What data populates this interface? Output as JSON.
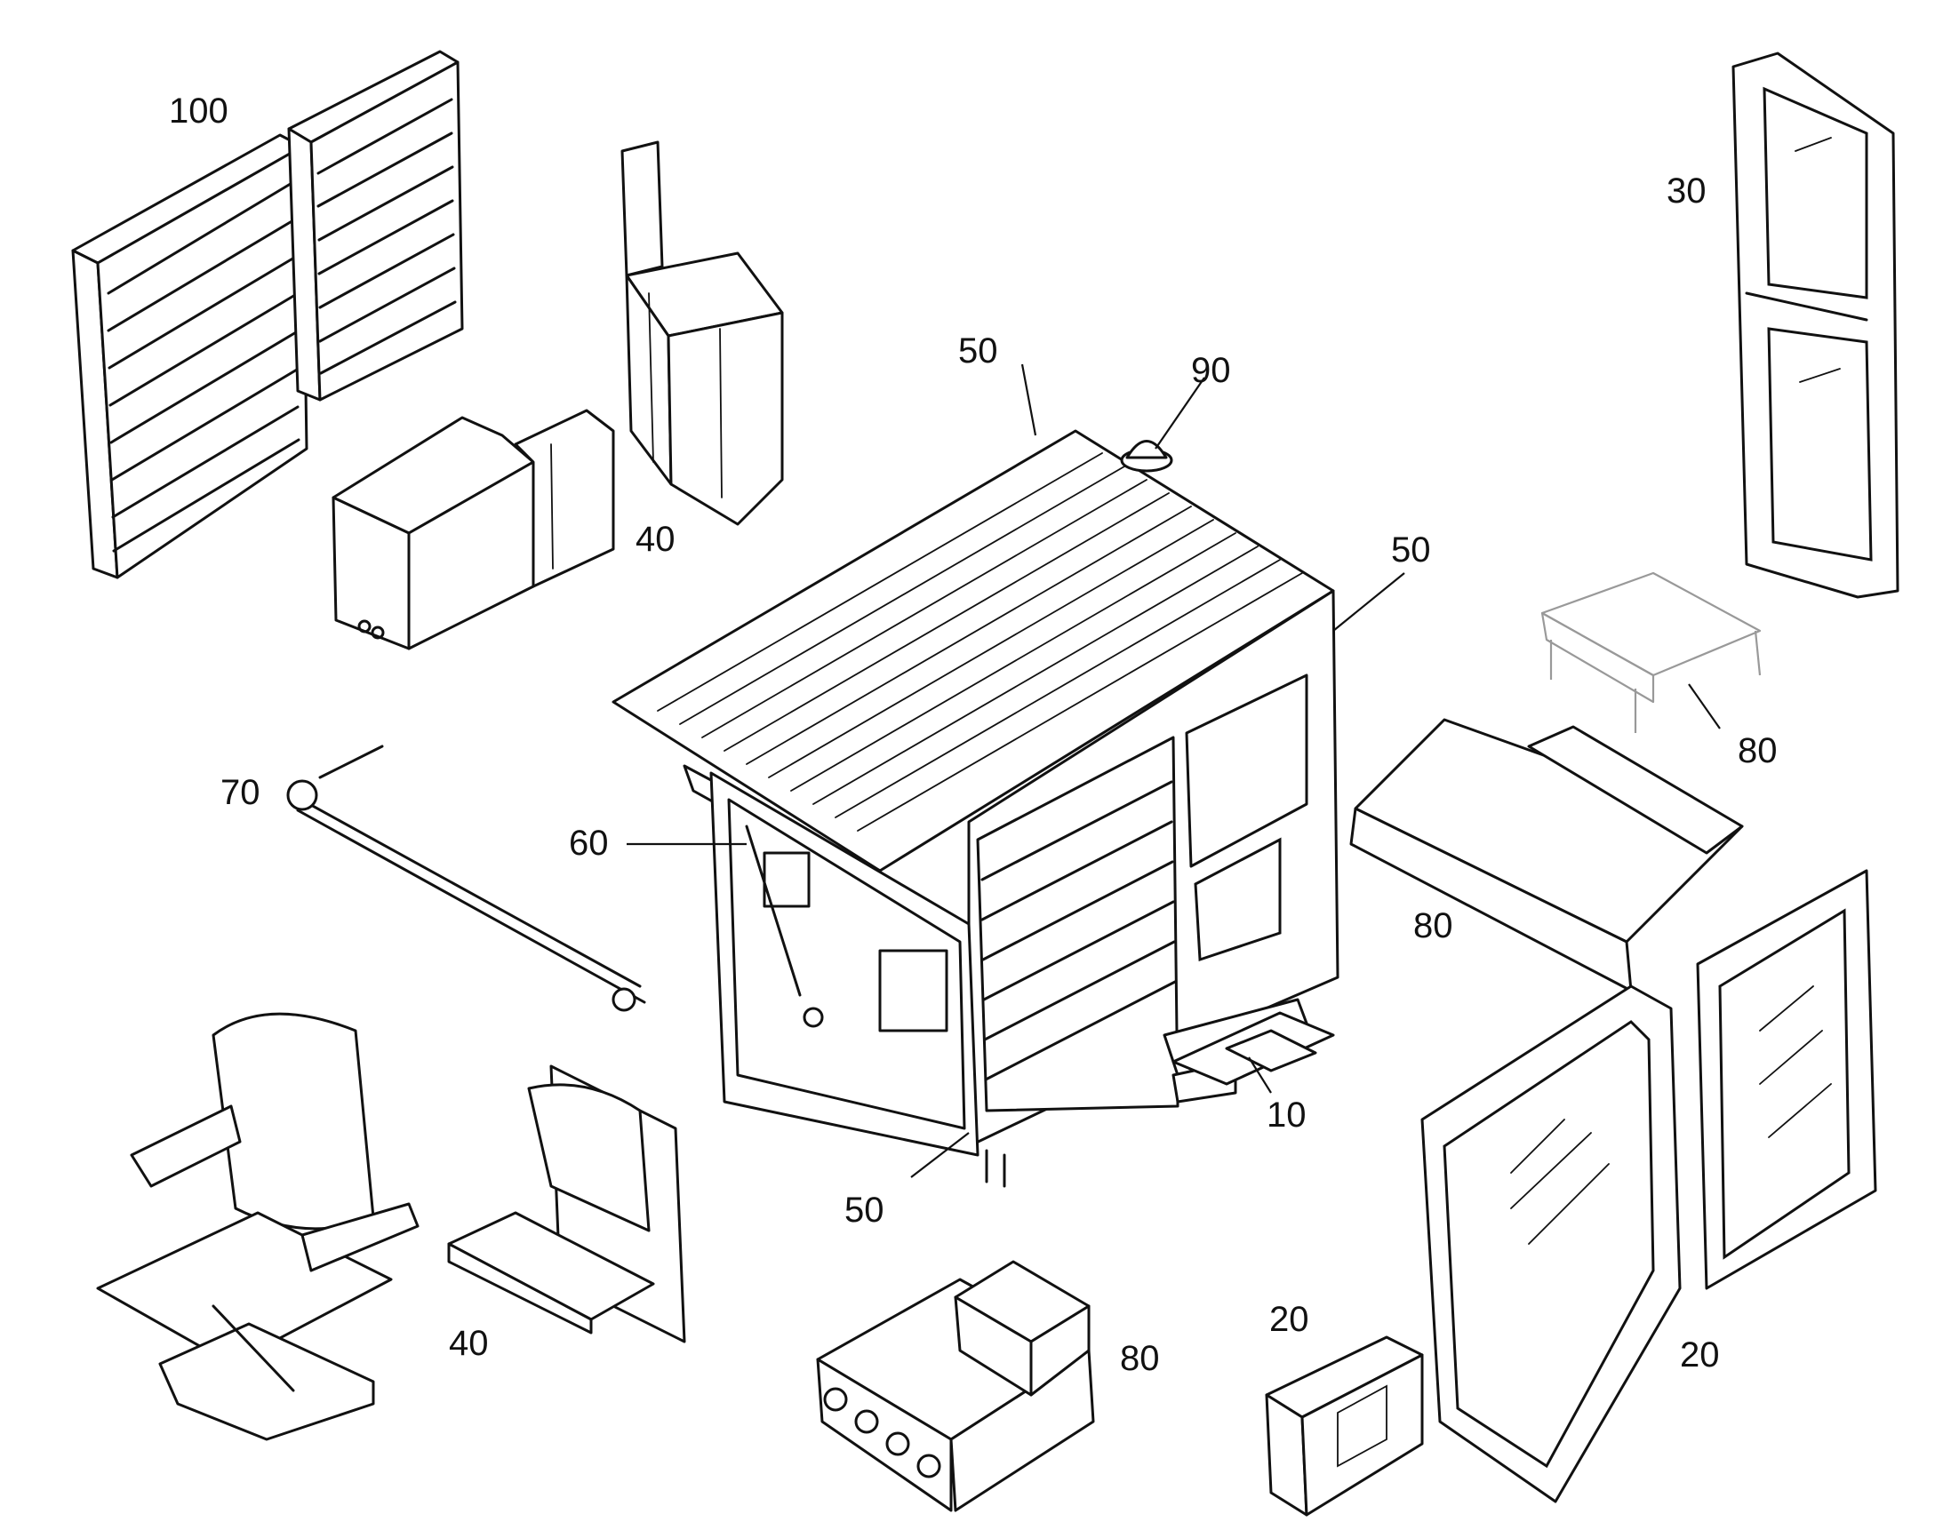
{
  "callouts": {
    "c100": "100",
    "c30": "30",
    "c50_top": "50",
    "c90": "90",
    "c40_top": "40",
    "c50_right": "50",
    "c80_right": "80",
    "c70": "70",
    "c60": "60",
    "c80_mid": "80",
    "c10": "10",
    "c50_bottom": "50",
    "c40_bottom": "40",
    "c80_bottom": "80",
    "c20_left": "20",
    "c20_right": "20"
  }
}
